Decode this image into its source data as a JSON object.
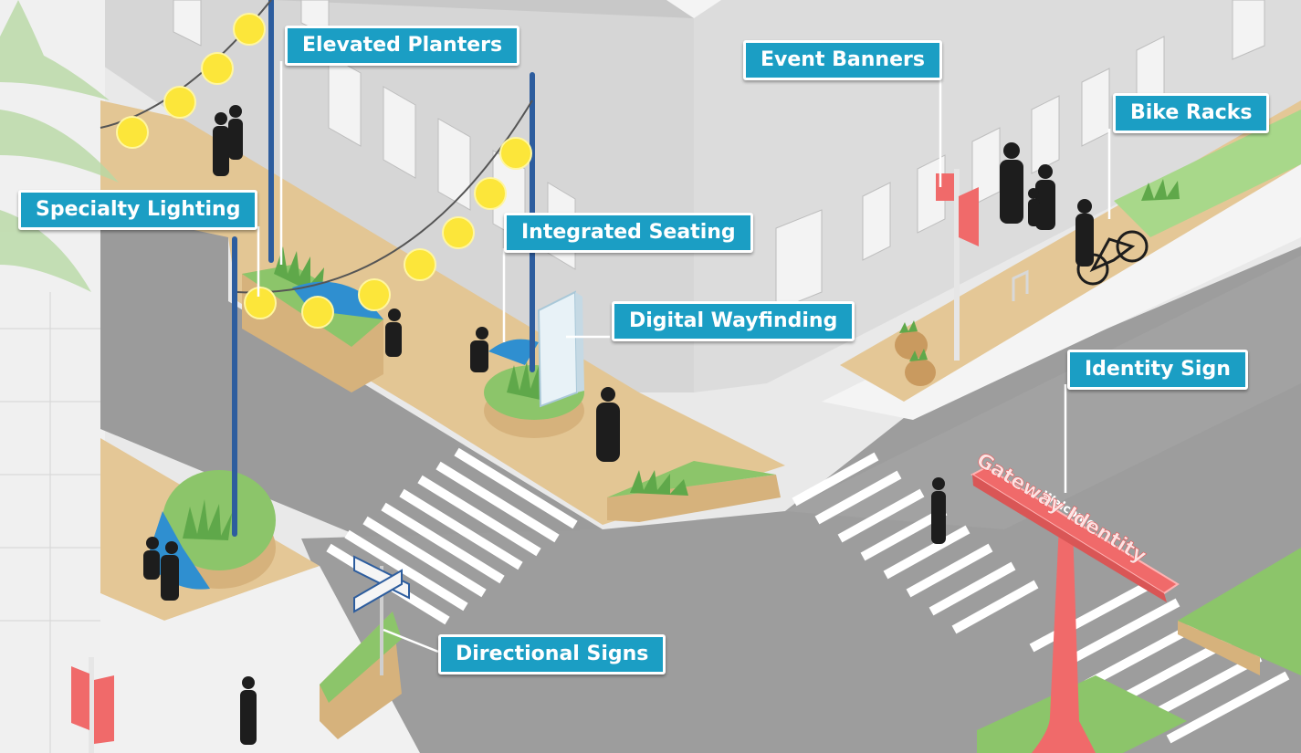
{
  "callouts": {
    "elevated_planters": "Elevated Planters",
    "event_banners": "Event Banners",
    "bike_racks": "Bike Racks",
    "specialty_lighting": "Specialty Lighting",
    "integrated_seating": "Integrated Seating",
    "digital_wayfinding": "Digital Wayfinding",
    "identity_sign": "Identity Sign",
    "directional_signs": "Directional Signs"
  },
  "gateway_sign": {
    "welcome": "Welcome",
    "title": "Gateway Identity"
  },
  "colors": {
    "callout_fill": "#1b9ec4",
    "callout_border": "#ffffff",
    "sidewalk": "#e2c595",
    "road": "#9a9a9a",
    "building": "#d2d2d2",
    "planter_green": "#8cc56a",
    "pole_blue": "#2d5d9e",
    "lamp_yellow": "#fce63a",
    "banner_red": "#f06a6a",
    "seating_blue": "#2f8fd0"
  },
  "icons": [
    "lamp-bulb-icon",
    "pedestrian-silhouette-icon",
    "bicycle-icon",
    "planter-icon",
    "banner-icon"
  ]
}
